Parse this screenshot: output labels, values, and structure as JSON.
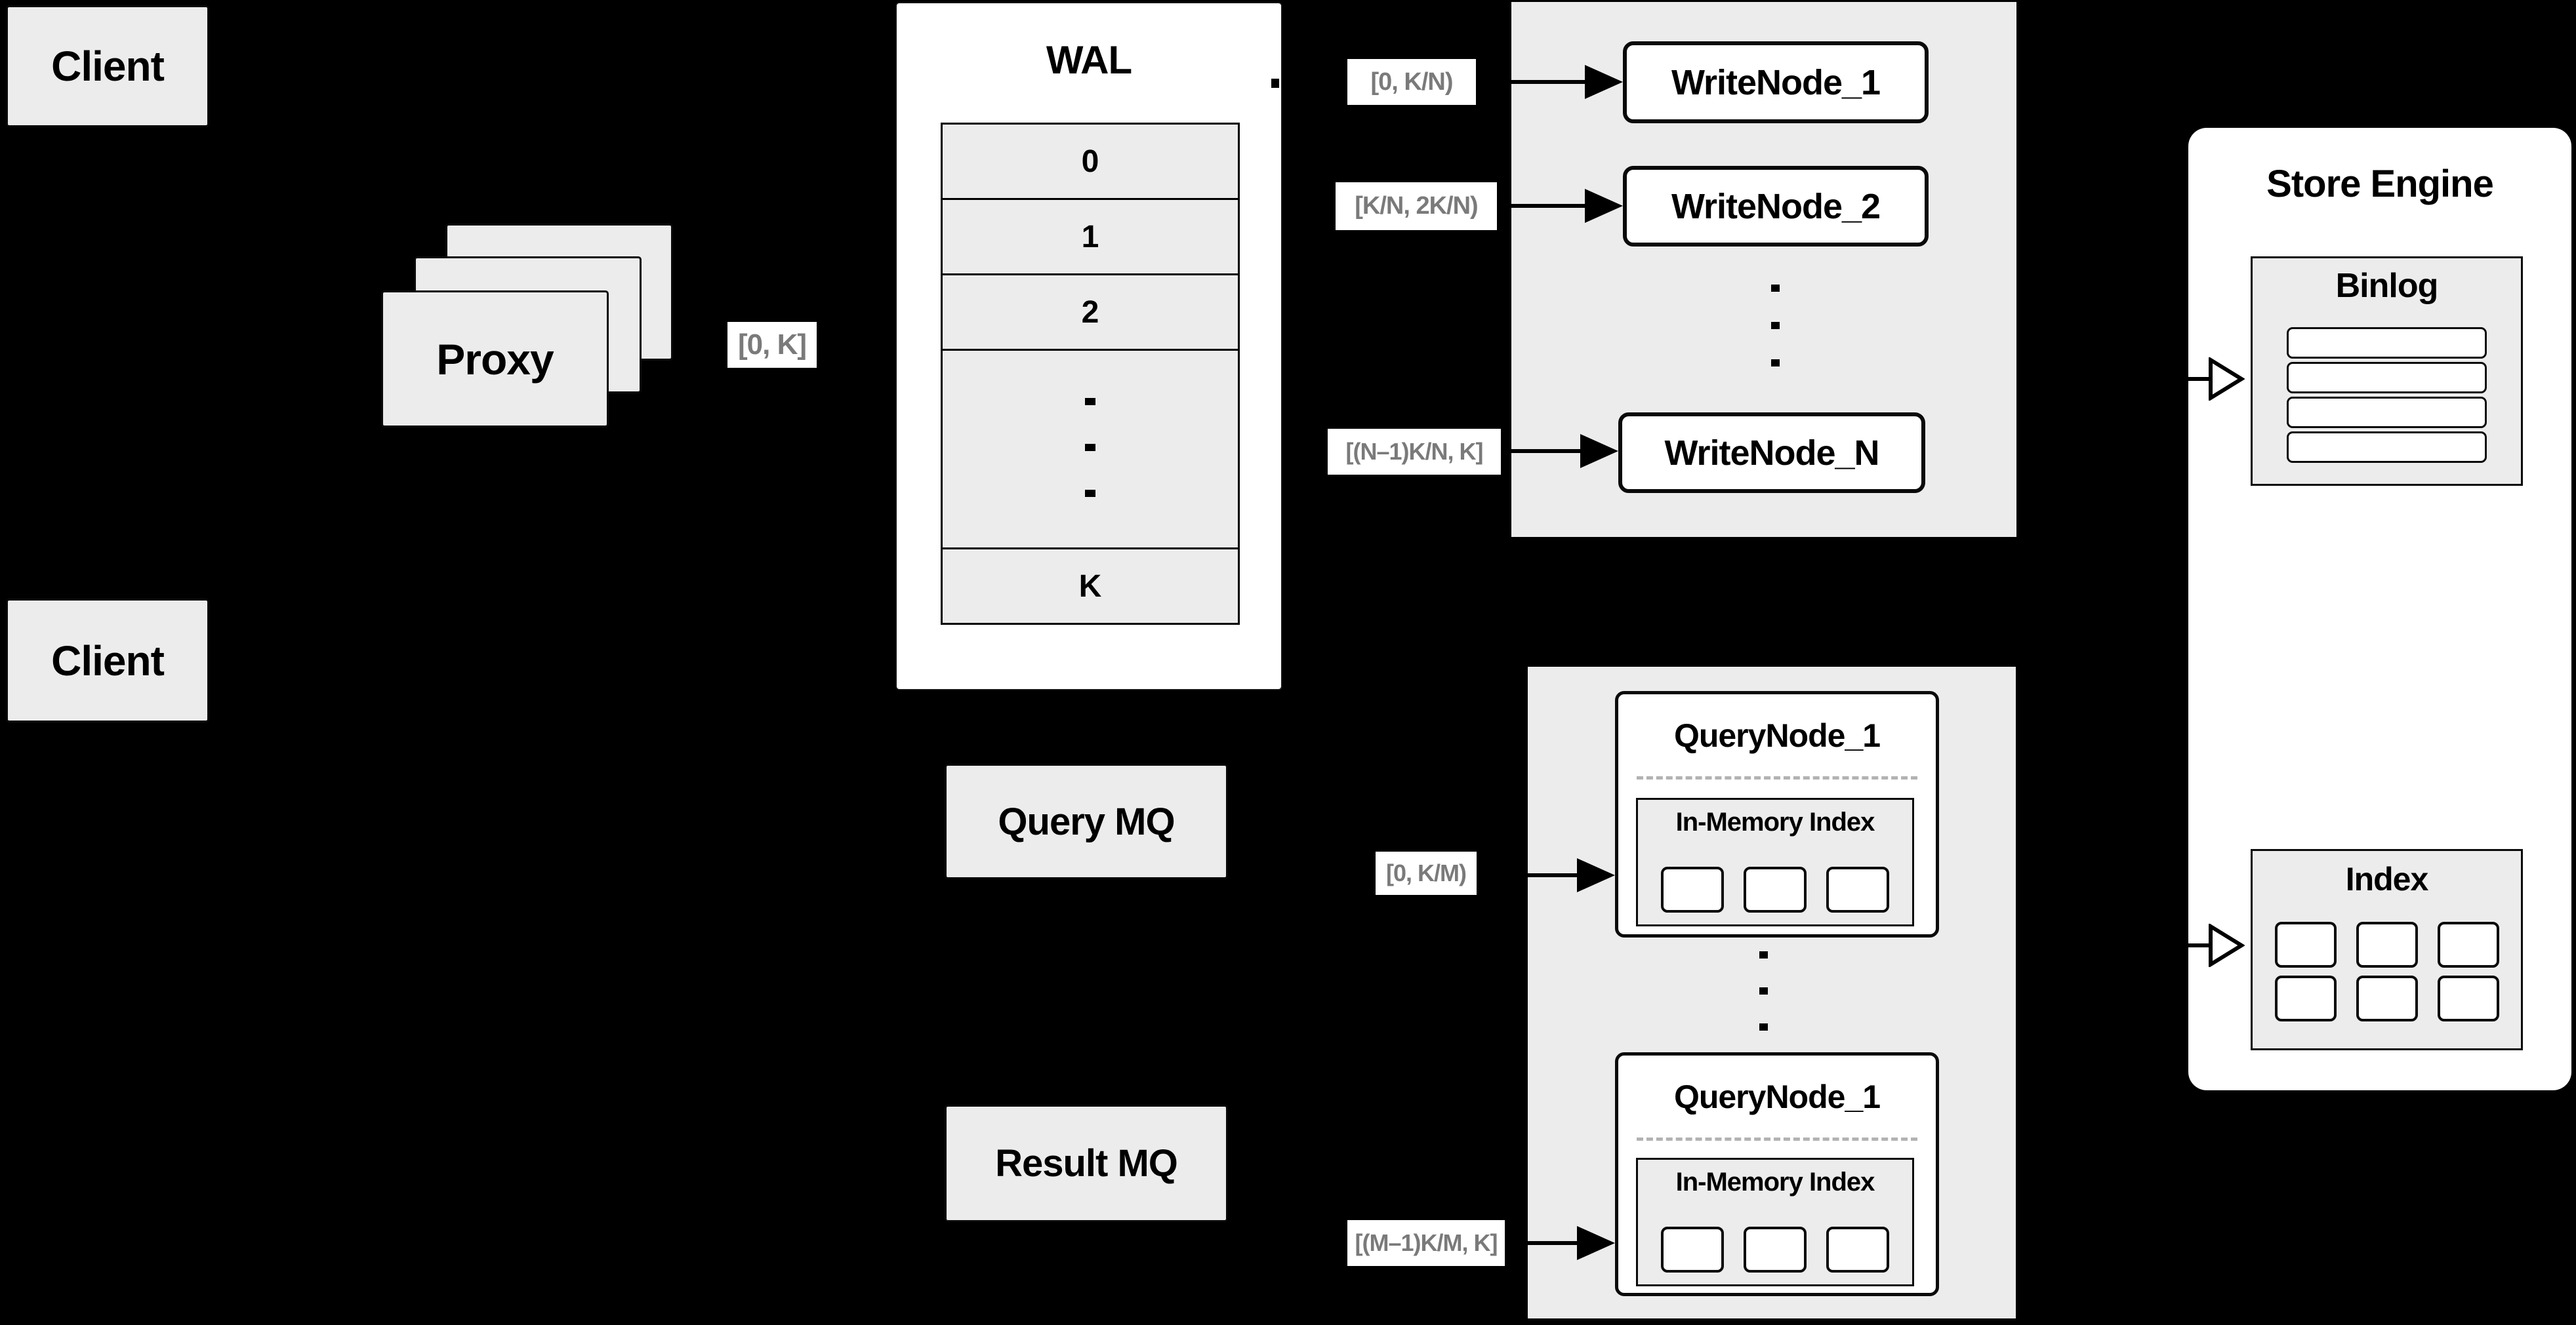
{
  "clients": {
    "top": "Client",
    "bottom": "Client"
  },
  "proxy": {
    "label": "Proxy"
  },
  "flow_labels": {
    "proxy_to_wal": "[0, K]"
  },
  "wal": {
    "title": "WAL",
    "rows": [
      "0",
      "1",
      "2",
      "K"
    ]
  },
  "write_nodes": {
    "nodes": [
      "WriteNode_1",
      "WriteNode_2",
      "WriteNode_N"
    ],
    "range_labels": [
      "[0,  K/N)",
      "[K/N, 2K/N)",
      "[(N–1)K/N,  K]"
    ]
  },
  "mq": {
    "query": "Query MQ",
    "result": "Result MQ"
  },
  "query_nodes": {
    "nodes": [
      {
        "title": "QueryNode_1",
        "index_title": "In-Memory Index"
      },
      {
        "title": "QueryNode_1",
        "index_title": "In-Memory Index"
      }
    ],
    "range_labels": [
      "[0, K/M)",
      "[(M–1)K/M, K]"
    ]
  },
  "store_engine": {
    "title": "Store Engine",
    "binlog_title": "Binlog",
    "index_title": "Index"
  },
  "colors": {
    "background": "#000000",
    "panel_gray": "#ececec",
    "box_white": "#ffffff",
    "border_black": "#000000",
    "range_label_text": "#7a7a7a"
  }
}
